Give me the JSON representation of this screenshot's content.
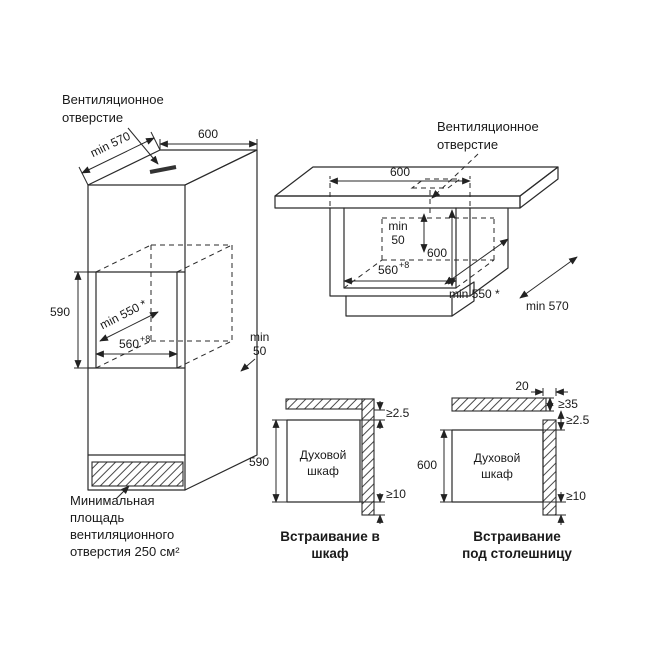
{
  "colors": {
    "line": "#2a2a2a",
    "text": "#1a1a1a",
    "background": "#ffffff"
  },
  "column_view": {
    "vent_label": [
      "Вентиляционное",
      "отверстие"
    ],
    "dims": {
      "depth": "min 570",
      "width": "600",
      "niche_height": "590",
      "niche_depth": "min 550 *",
      "niche_width": "560",
      "niche_width_tol": "+8",
      "rear_gap": [
        "min",
        "50"
      ]
    },
    "vent_area_note": [
      "Минимальная",
      "площадь",
      "вентиляционного",
      "отверстия 250 см²"
    ]
  },
  "counter_view": {
    "vent_label": [
      "Вентиляционное",
      "отверстие"
    ],
    "dims": {
      "width": "600",
      "rear_gap": [
        "min",
        "50"
      ],
      "niche_height": "600",
      "niche_width": "560",
      "niche_width_tol": "+8",
      "niche_depth": "min 550 *",
      "depth": "min 570"
    }
  },
  "cabinet_inset": {
    "caption": [
      "Встраивание в",
      "шкаф"
    ],
    "oven_label": [
      "Духовой",
      "шкаф"
    ],
    "dims": {
      "top_gap": "≥2.5",
      "height": "590",
      "bottom_gap": "≥10"
    }
  },
  "counter_inset": {
    "caption": [
      "Встраивание",
      "под столешницу"
    ],
    "oven_label": [
      "Духовой",
      "шкаф"
    ],
    "dims": {
      "wall": "20",
      "top_clearance": "≥35",
      "top_gap": "≥2.5",
      "height": "600",
      "bottom_gap": "≥10"
    }
  }
}
